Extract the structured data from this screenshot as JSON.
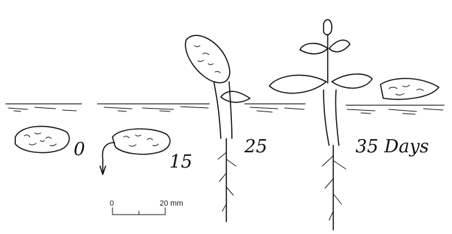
{
  "stages": [
    {
      "id": "stage-0",
      "label": "0"
    },
    {
      "id": "stage-15",
      "label": "15"
    },
    {
      "id": "stage-25",
      "label": "25"
    },
    {
      "id": "stage-35",
      "label": "35 Days"
    }
  ],
  "scale_bar": {
    "start_label": "0",
    "end_label": "20 mm"
  }
}
